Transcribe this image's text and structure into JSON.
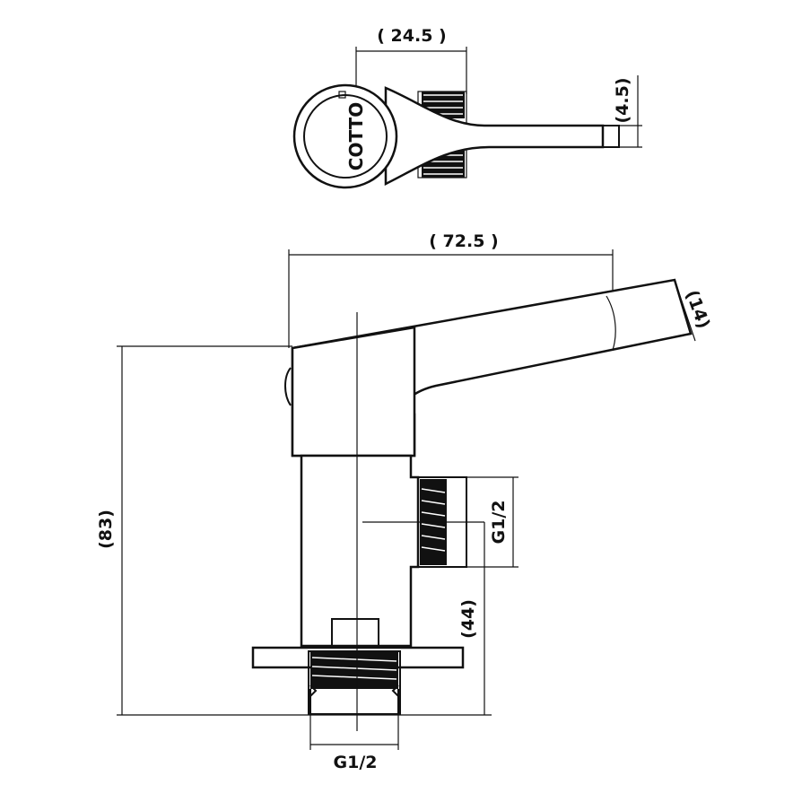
{
  "diagram": {
    "brand": "COTTO",
    "dimensions": {
      "top_width": "( 24.5 )",
      "top_thickness": "(4.5)",
      "overall_width": "( 72.5 )",
      "handle_thickness": "(14)",
      "overall_height": "(83)",
      "outlet_thread": "G1/2",
      "outlet_height": "(44)",
      "inlet_thread": "G1/2"
    }
  }
}
